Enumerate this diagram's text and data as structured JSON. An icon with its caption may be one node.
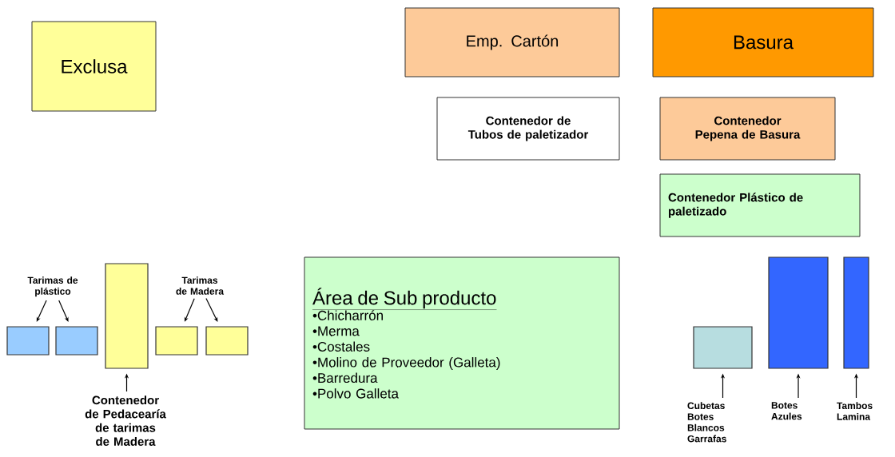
{
  "diagram": {
    "nodes": [
      {
        "text": [
          "Exclusa"
        ]
      },
      {
        "text": [
          "Emp. Cartón"
        ]
      },
      {
        "text": [
          "Basura"
        ]
      },
      {
        "text": [
          "Contenedor de Tubos de paletizador"
        ]
      },
      {
        "text": [
          "Contenedor Pepena de Basura"
        ]
      },
      {
        "text": [
          "Contenedor Plástico de paletizado"
        ]
      },
      {
        "text": [
          "Tarimas de plástico"
        ]
      },
      {
        "text": [
          "Tarimas de Madera"
        ]
      },
      {
        "text": [],
        "shape": "box"
      },
      {
        "text": [],
        "shape": "box"
      },
      {
        "text": [],
        "shape": "box"
      },
      {
        "text": [],
        "shape": "box"
      },
      {
        "text": [],
        "shape": "box"
      },
      {
        "text": [
          "Contenedor de Pedacearía de tarimas de Madera"
        ]
      },
      {
        "text": [
          "Área de Sub producto",
          "•Chicharrón",
          "•Merma",
          "•Costales",
          "•Molino de Proveedor (Galleta)",
          "•Barredura",
          "•Polvo Galleta"
        ]
      },
      {
        "text": [],
        "shape": "box"
      },
      {
        "text": [],
        "shape": "box"
      },
      {
        "text": [],
        "shape": "box"
      },
      {
        "text": [
          "Cubetas Botes Blancos Garrafas"
        ]
      },
      {
        "text": [
          "Botes Azules"
        ]
      },
      {
        "text": [
          "Tambos Lamina"
        ]
      }
    ],
    "edges": [
      {
        "from": 6,
        "to": 8,
        "arrow": "to"
      },
      {
        "from": 6,
        "to": 9,
        "arrow": "to"
      },
      {
        "from": 7,
        "to": 11,
        "arrow": "to"
      },
      {
        "from": 7,
        "to": 12,
        "arrow": "to"
      },
      {
        "from": 13,
        "to": 10,
        "arrow": "to"
      },
      {
        "from": 18,
        "to": 15,
        "arrow": "to"
      },
      {
        "from": 19,
        "to": 16,
        "arrow": "to"
      },
      {
        "from": 20,
        "to": 17,
        "arrow": "to"
      }
    ]
  }
}
